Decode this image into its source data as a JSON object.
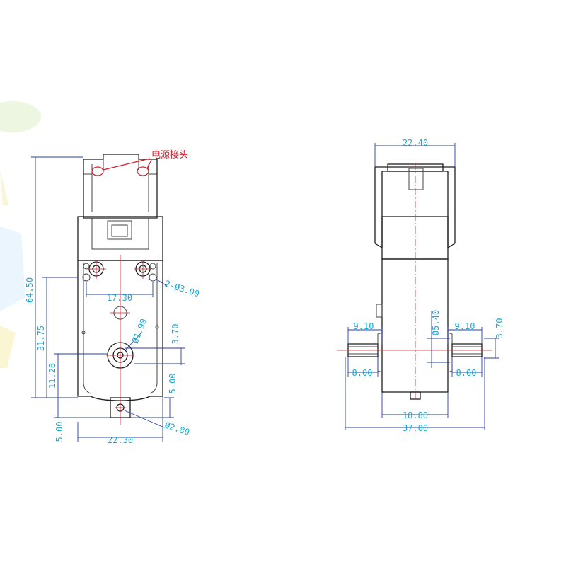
{
  "labels": {
    "power_connector": "电源接头"
  },
  "dims": {
    "front": {
      "height_total": "64.50",
      "height_31": "31.75",
      "height_11": "11.28",
      "height_5_left": "5.00",
      "width_hole_spacing": "17.30",
      "holes_2x": "2-Ø3.00",
      "shaft_hole": "Ø1.90",
      "offset_3_70": "3.70",
      "offset_5_00": "5.00",
      "width_bottom": "22.30",
      "bottom_hole": "Ø2.80"
    },
    "side": {
      "top_width": "22.40",
      "shaft_left_len": "9.10",
      "shaft_right_len": "9.10",
      "shaft_diameter": "Ø5.40",
      "shaft_flat": "3.70",
      "hub_left": "8.00",
      "hub_right": "8.00",
      "body_width": "18.80",
      "total_width": "37.00"
    }
  },
  "colors": {
    "dimension_text": "#1aa9d6",
    "dimension_line": "#2a3fa0",
    "outline": "#1f1f1f",
    "annotation": "#d0202a"
  }
}
